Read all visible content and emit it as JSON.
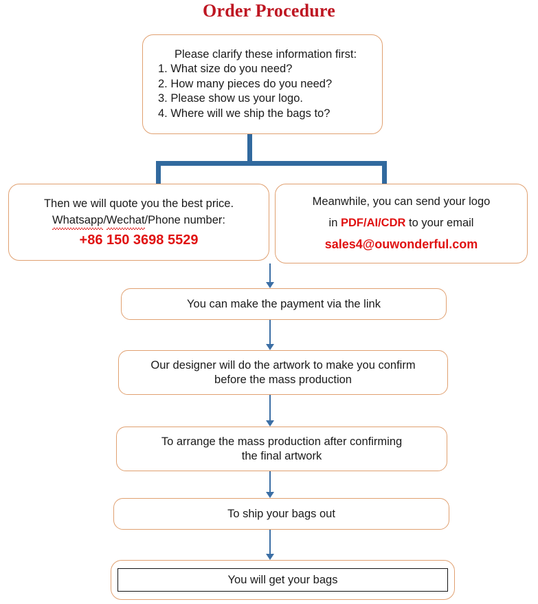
{
  "title": "Order Procedure",
  "colors": {
    "title_red": "#BE1622",
    "accent_red": "#E01212",
    "box_border": "#E0A070",
    "connector_blue": "#31699E",
    "arrow_blue": "#3C6FA5",
    "final_inner_border": "#111111"
  },
  "steps": {
    "clarify": {
      "lead": "Please clarify these information first:",
      "items": [
        "1. What size do you need?",
        "2. How many pieces do you need?",
        "3. Please show us your logo.",
        "4. Where will we ship the bags to?"
      ]
    },
    "quote": {
      "line1": "Then we will quote you the best price.",
      "line2_a": "Whatsapp",
      "line2_sep1": "/",
      "line2_b": "Wechat",
      "line2_c": "/Phone number:",
      "phone": "+86 150 3698 5529"
    },
    "logo": {
      "line1": "Meanwhile, you can send your logo",
      "line2_pre": "in ",
      "line2_formats": "PDF/AI/CDR",
      "line2_post": " to your email",
      "email": "sales4@ouwonderful.com"
    },
    "payment": "You can make the payment via the link",
    "designer": {
      "line1": "Our designer will do the artwork to make you confirm",
      "line2": "before the mass production"
    },
    "massprod": {
      "line1": "To arrange the mass production after confirming",
      "line2": "the final artwork"
    },
    "ship": "To ship your bags out",
    "final": "You will get your bags"
  }
}
